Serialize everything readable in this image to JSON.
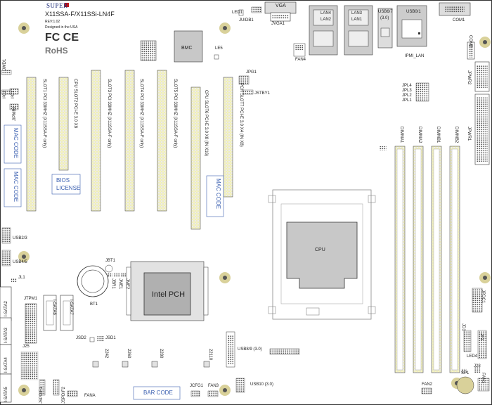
{
  "brand": {
    "maker": "SUPER",
    "model": "X11SSA-F/X11SSi-LN4F",
    "rev": "REV:1.02",
    "origin": "Designed in the USA",
    "cert1": "FC CE",
    "cert2": "RoHS"
  },
  "chips": {
    "bmc": "BMC",
    "pch": "Intel PCH",
    "cpu": "CPU"
  },
  "labels": {
    "vga": "VGA",
    "led1": "LED1",
    "jiudb1": "JUIDB1",
    "jvga1": "JVGA1",
    "lan4": "LAN4",
    "lan2": "LAN2",
    "lan3": "LAN3",
    "lan1": "LAN1",
    "usb67": "USB6/7",
    "usb67b": "(3.0)",
    "usb01": "USB0/1",
    "com1": "COM1",
    "com2": "COM2",
    "ipmi": "IPMI_LAN",
    "fan4": "FAN4",
    "le5": "LE5",
    "jpg1": "JPG1",
    "jstby1": "JSTBY1",
    "jwd1": "JWD1",
    "jsmb": "I²C2",
    "jipmb1": "JIPMB1",
    "i2c1": "I²C1",
    "jpl4": "JPL4",
    "jpl3": "JPL3",
    "jpl2": "JPL2",
    "jpl1": "JPL1",
    "jpwr2": "JPWR2",
    "jpwr1": "JPWR1",
    "dimma1": "DIMMA1",
    "dimma2": "DIMMA2",
    "dimmb1": "DIMMB1",
    "dimmb2": "DIMMB2",
    "slot1": "SLOT1 PCI 33MHZ (X11SSA-F only)",
    "slot2": "CPU SLOT2 PCI-E 3.0 X8",
    "slot3": "SLOT3 PCI 33MHZ (X11SSA-F only)",
    "slot4": "SLOT4 PCI 33MHZ (X11SSA-F only)",
    "slot5": "SLOT5 PCI 33MHZ (X11SSA-F only)",
    "slot6": "CPU SLOT6 PCI-E 3.0 X8 (IN X16)",
    "slot7": "PCH SLOT7 PCI-E 3.0 X4 (IN X8)",
    "mac1": "MAC CODE",
    "mac2": "MAC CODE",
    "mac3": "MAC CODE",
    "bios1": "BIOS",
    "bios2": "LICENSE",
    "barcode": "BAR CODE",
    "usb23": "USB2/3",
    "usb45": "USB4/5",
    "jl1": "JL1",
    "jbt1": "JBT1",
    "bt1": "BT1",
    "jbr1": "JBR1",
    "jme1": "JME1",
    "jme2": "JME2",
    "jtpm1": "JTPM1",
    "isata6": "I-SATA6",
    "isata7": "I-SATA7",
    "isata2": "I-SATA2",
    "isata3": "I-SATA3",
    "isata4": "I-SATA4",
    "isata5": "I-SATA5",
    "j25": "J25",
    "jsd2": "JSD2",
    "jsd1": "JSD1",
    "m2242": "2242",
    "m2260": "2260",
    "m2280": "2280",
    "m22110": "22110",
    "usb89": "USB8/9 (3.0)",
    "usb10": "USB10 (3.0)",
    "jspdif": "JSPDIF1",
    "jspdif2": "JSPDIF2",
    "fana": "FANA",
    "jcfg1": "JCFG1",
    "fan3": "FAN3",
    "fan2": "FAN2",
    "jpdc1": "JPDC1",
    "jd1": "JD1",
    "jf1": "JF1",
    "led4": "LED4",
    "sp1": "SP1",
    "j28": "J28",
    "fan1": "FAN1"
  },
  "colors": {
    "slot_fill": "#f6f4c2",
    "line": "#333333",
    "chip_fill": "#c8c8c8",
    "pch_fill": "#b0b0b0",
    "mount": "#d9d19a",
    "accent_text": "#3a5fb0",
    "brand_red": "#c0161c"
  }
}
